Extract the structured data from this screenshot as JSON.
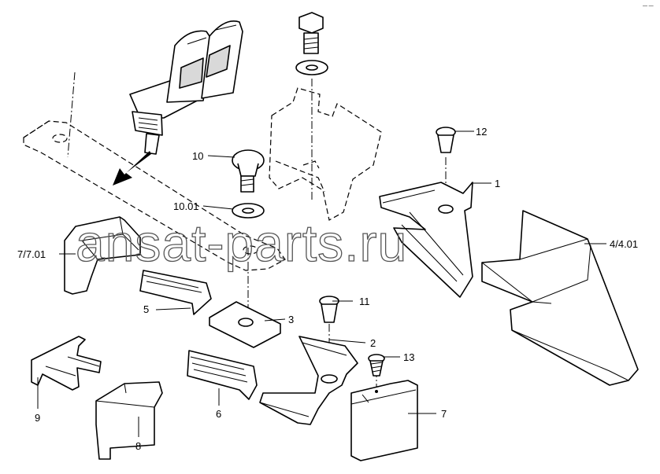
{
  "diagram": {
    "watermark": "ansat-parts.ru",
    "corner_mark": "— —",
    "callouts": {
      "c1": "1",
      "c2": "2",
      "c3": "3",
      "c4": "4/4.01",
      "c5": "5",
      "c6": "6",
      "c7": "7",
      "c7_01": "7/7.01",
      "c8": "8",
      "c9": "9",
      "c10": "10",
      "c10_01": "10.01",
      "c11": "11",
      "c12": "12",
      "c13": "13"
    }
  }
}
